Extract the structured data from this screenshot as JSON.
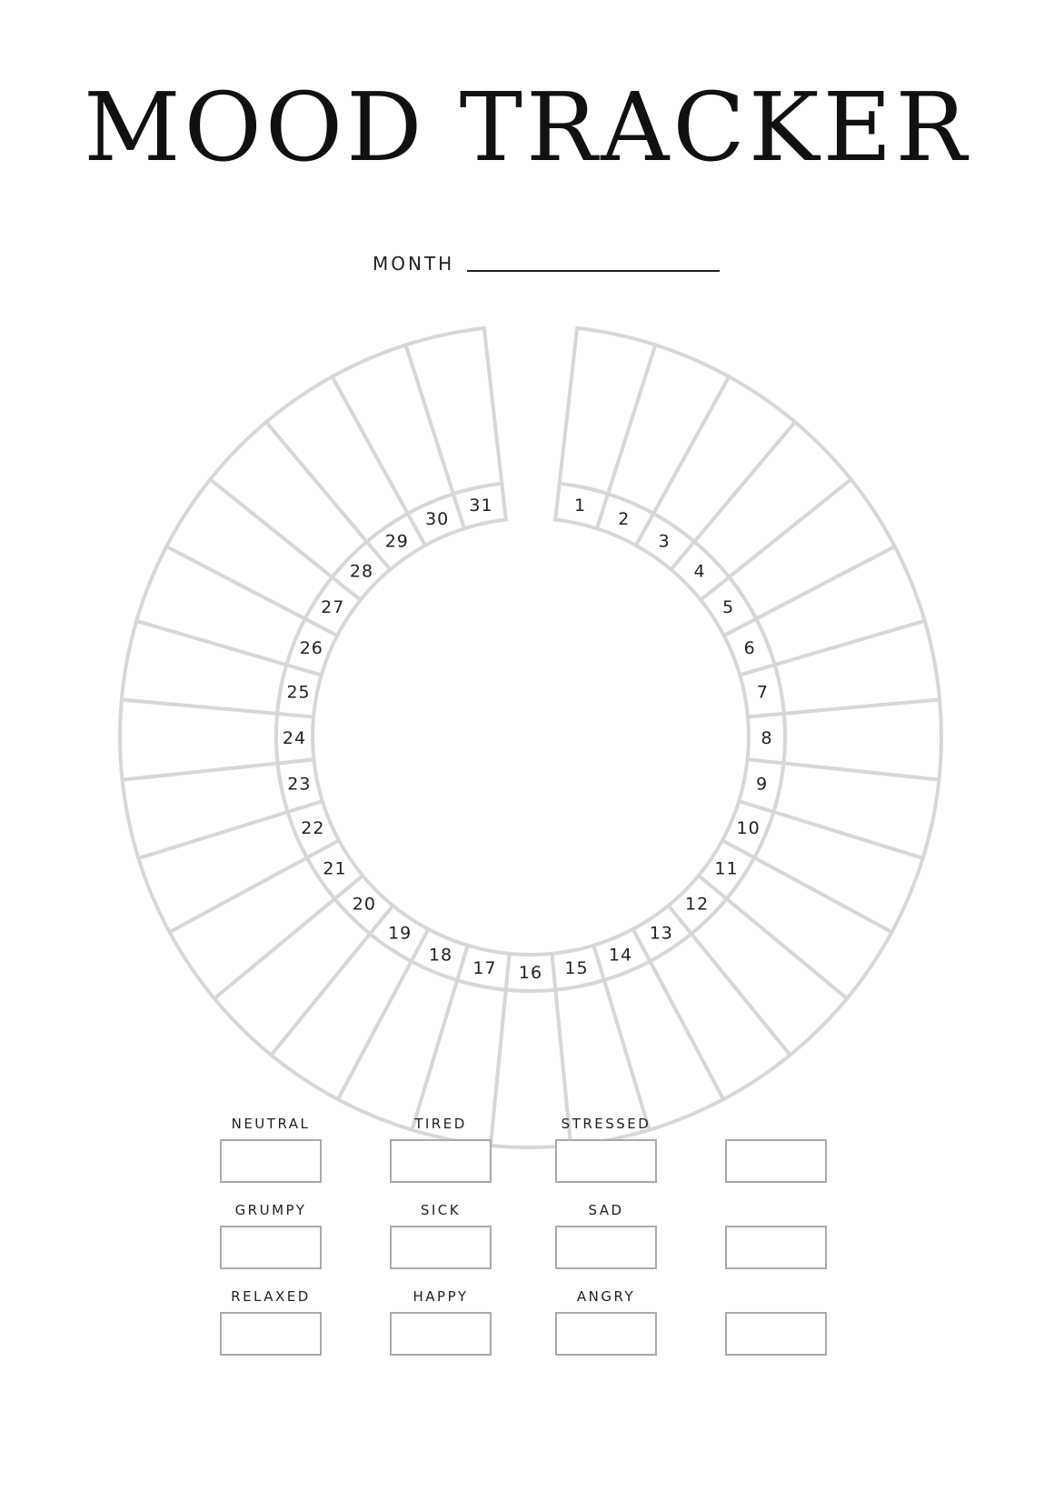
{
  "title": "MOOD TRACKER",
  "month_label": "MONTH",
  "days": [
    "1",
    "2",
    "3",
    "4",
    "5",
    "6",
    "7",
    "8",
    "9",
    "10",
    "11",
    "12",
    "13",
    "14",
    "15",
    "16",
    "17",
    "18",
    "19",
    "20",
    "21",
    "22",
    "23",
    "24",
    "25",
    "26",
    "27",
    "28",
    "29",
    "30",
    "31"
  ],
  "legend": [
    [
      "NEUTRAL",
      "TIRED",
      "STRESSED",
      ""
    ],
    [
      "GRUMPY",
      "SICK",
      "SAD",
      ""
    ],
    [
      "RELAXED",
      "HAPPY",
      "ANGRY",
      ""
    ]
  ],
  "colors": {
    "segment_stroke": "#d7d7d7",
    "box_stroke": "#aaaaaa",
    "text": "#222222"
  }
}
